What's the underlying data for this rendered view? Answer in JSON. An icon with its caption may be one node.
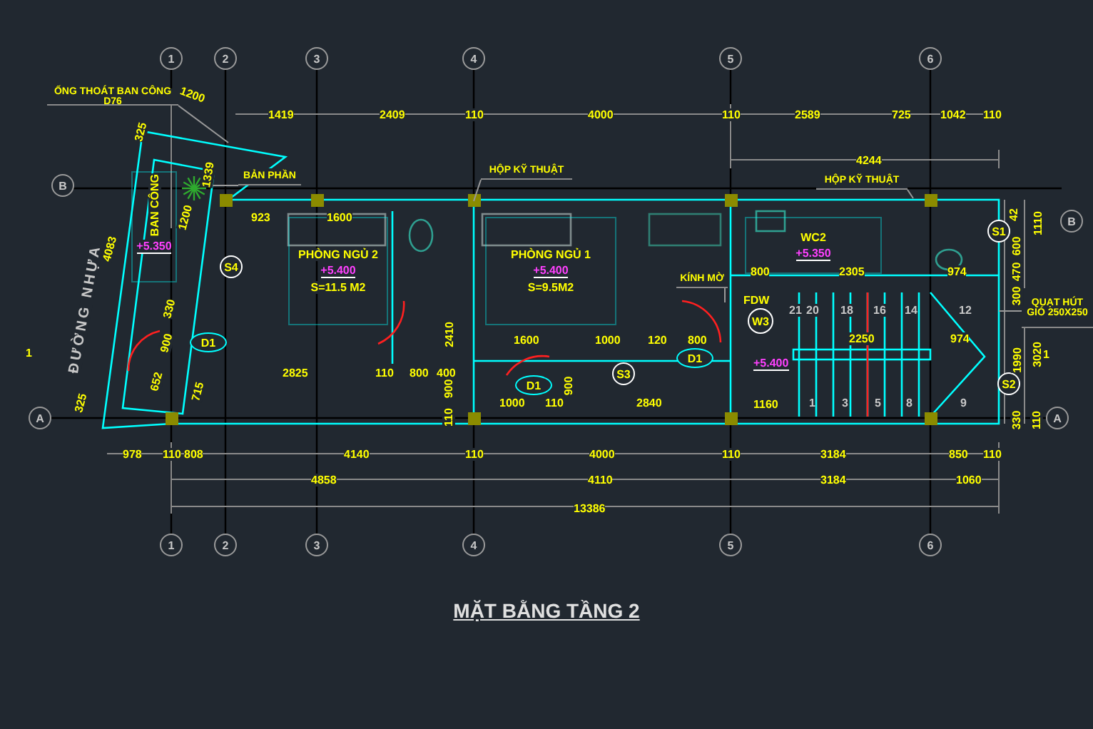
{
  "diagram": {
    "title": "MẶT BẰNG TẦNG 2",
    "nodes": [
      {
        "text": [
          "PHÒNG NGỦ 2",
          "+5.400",
          "S=11.5 M2"
        ]
      },
      {
        "text": [
          "PHÒNG NGỦ 1",
          "+5.400",
          "S=9.5M2"
        ]
      },
      {
        "text": [
          "WC2",
          "+5.350"
        ]
      },
      {
        "text": [
          "BAN CÔNG",
          "+5.350"
        ]
      },
      {
        "text": [
          "ỐNG THOÁT BAN CÔNG D76"
        ]
      },
      {
        "text": [
          "BẢN PHẦN"
        ]
      },
      {
        "text": [
          "HỘP KỸ THUẬT"
        ]
      },
      {
        "text": [
          "HỘP KỸ THUẬT"
        ]
      },
      {
        "text": [
          "KÍNH MỜ"
        ]
      },
      {
        "text": [
          "QUẠT HÚT GIÓ 250X250"
        ]
      },
      {
        "text": [
          "1"
        ]
      },
      {
        "text": [
          "2"
        ]
      },
      {
        "text": [
          "3"
        ]
      },
      {
        "text": [
          "4"
        ]
      },
      {
        "text": [
          "5"
        ]
      },
      {
        "text": [
          "6"
        ]
      },
      {
        "text": [
          "1"
        ]
      },
      {
        "text": [
          "2"
        ]
      },
      {
        "text": [
          "3"
        ]
      },
      {
        "text": [
          "4"
        ]
      },
      {
        "text": [
          "5"
        ]
      },
      {
        "text": [
          "6"
        ]
      },
      {
        "text": [
          "B"
        ]
      },
      {
        "text": [
          "B"
        ]
      },
      {
        "text": [
          "A"
        ]
      },
      {
        "text": [
          "A"
        ]
      },
      {
        "text": [
          "S4"
        ]
      },
      {
        "text": [
          "D1"
        ]
      },
      {
        "text": [
          "D1"
        ]
      },
      {
        "text": [
          "S3"
        ]
      },
      {
        "text": [
          "D1"
        ]
      },
      {
        "text": [
          "W3"
        ]
      },
      {
        "text": [
          "S2"
        ]
      },
      {
        "text": [
          "S1"
        ]
      },
      {
        "text": [],
        "shape": "picture"
      }
    ],
    "edges": [
      {
        "from": 4,
        "to": null,
        "arrow": "none"
      },
      {
        "from": 5,
        "to": 34,
        "arrow": "none"
      },
      {
        "from": 6,
        "to": null,
        "arrow": "none"
      },
      {
        "from": 7,
        "to": null,
        "arrow": "none"
      },
      {
        "from": 8,
        "to": null,
        "arrow": "none"
      },
      {
        "from": 9,
        "to": null,
        "arrow": "none"
      }
    ],
    "labels": [
      "1200",
      "1419",
      "2409",
      "110",
      "4000",
      "110",
      "2589",
      "725",
      "1042",
      "110",
      "4244",
      "325",
      "1339",
      "923",
      "1600",
      "4083",
      "1200",
      "330",
      "900",
      "652",
      "715",
      "325",
      "1",
      "ĐƯỜNG NHỰA",
      "FDW",
      "800",
      "2305",
      "974",
      "2825",
      "110",
      "800",
      "400",
      "2410",
      "900",
      "110",
      "1600",
      "1000",
      "120",
      "800",
      "1000",
      "110",
      "2840",
      "900",
      "+5.400",
      "1160",
      "2250",
      "974",
      "21",
      "20",
      "18",
      "16",
      "14",
      "12",
      "1",
      "3",
      "5",
      "8",
      "9",
      "42",
      "1110",
      "600",
      "470",
      "300",
      "1990",
      "3020",
      "330",
      "110",
      "1",
      "978",
      "110",
      "808",
      "4140",
      "110",
      "4000",
      "110",
      "3184",
      "850",
      "110",
      "4858",
      "4110",
      "3184",
      "1060",
      "13386"
    ]
  }
}
